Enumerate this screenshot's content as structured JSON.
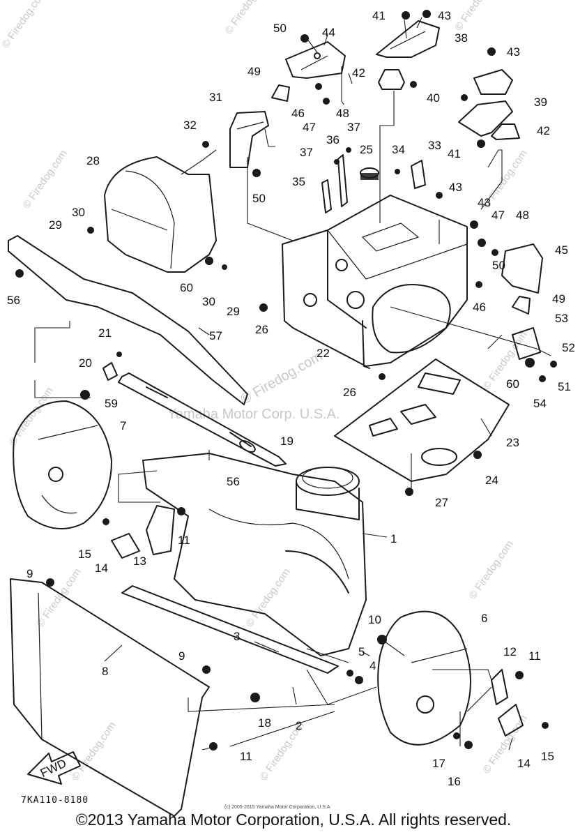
{
  "drawing_code": "7KA110-8180",
  "small_copyright": "(c) 2005-2015 Yamaha Motor Corporation, U.S.A",
  "copyright": "©2013 Yamaha Motor Corporation, U.S.A. All rights reserved.",
  "watermarks": {
    "site": "© Firedog.com",
    "center_site": "© Firedog.com",
    "center_owner": "Yamaha Motor Corp. U.S.A."
  },
  "direction_label": "FWD",
  "callouts": {
    "p1": "1",
    "p2": "2",
    "p3": "3",
    "p4": "4",
    "p5": "5",
    "p6": "6",
    "p7": "7",
    "p8": "8",
    "p9a": "9",
    "p9b": "9",
    "p10": "10",
    "p11a": "11",
    "p11b": "11",
    "p11c": "11",
    "p12": "12",
    "p13": "13",
    "p14a": "14",
    "p14b": "14",
    "p15a": "15",
    "p15b": "15",
    "p16": "16",
    "p17": "17",
    "p18": "18",
    "p19": "19",
    "p20": "20",
    "p21": "21",
    "p22": "22",
    "p23": "23",
    "p24": "24",
    "p25": "25",
    "p26a": "26",
    "p26b": "26",
    "p27": "27",
    "p28": "28",
    "p29a": "29",
    "p29b": "29",
    "p30a": "30",
    "p30b": "30",
    "p31": "31",
    "p32": "32",
    "p33": "33",
    "p34": "34",
    "p35": "35",
    "p36": "36",
    "p37a": "37",
    "p37b": "37",
    "p38": "38",
    "p39": "39",
    "p40": "40",
    "p41a": "41",
    "p41b": "41",
    "p42a": "42",
    "p42b": "42",
    "p43a": "43",
    "p43b": "43",
    "p43c": "43",
    "p43d": "43",
    "p44": "44",
    "p45": "45",
    "p46a": "46",
    "p46b": "46",
    "p47a": "47",
    "p47b": "47",
    "p48a": "48",
    "p48b": "48",
    "p49a": "49",
    "p49b": "49",
    "p50a": "50",
    "p50b": "50",
    "p50c": "50",
    "p51": "51",
    "p52": "52",
    "p53": "53",
    "p54": "54",
    "p56a": "56",
    "p56b": "56",
    "p57": "57",
    "p59": "59",
    "p60a": "60",
    "p60b": "60"
  }
}
